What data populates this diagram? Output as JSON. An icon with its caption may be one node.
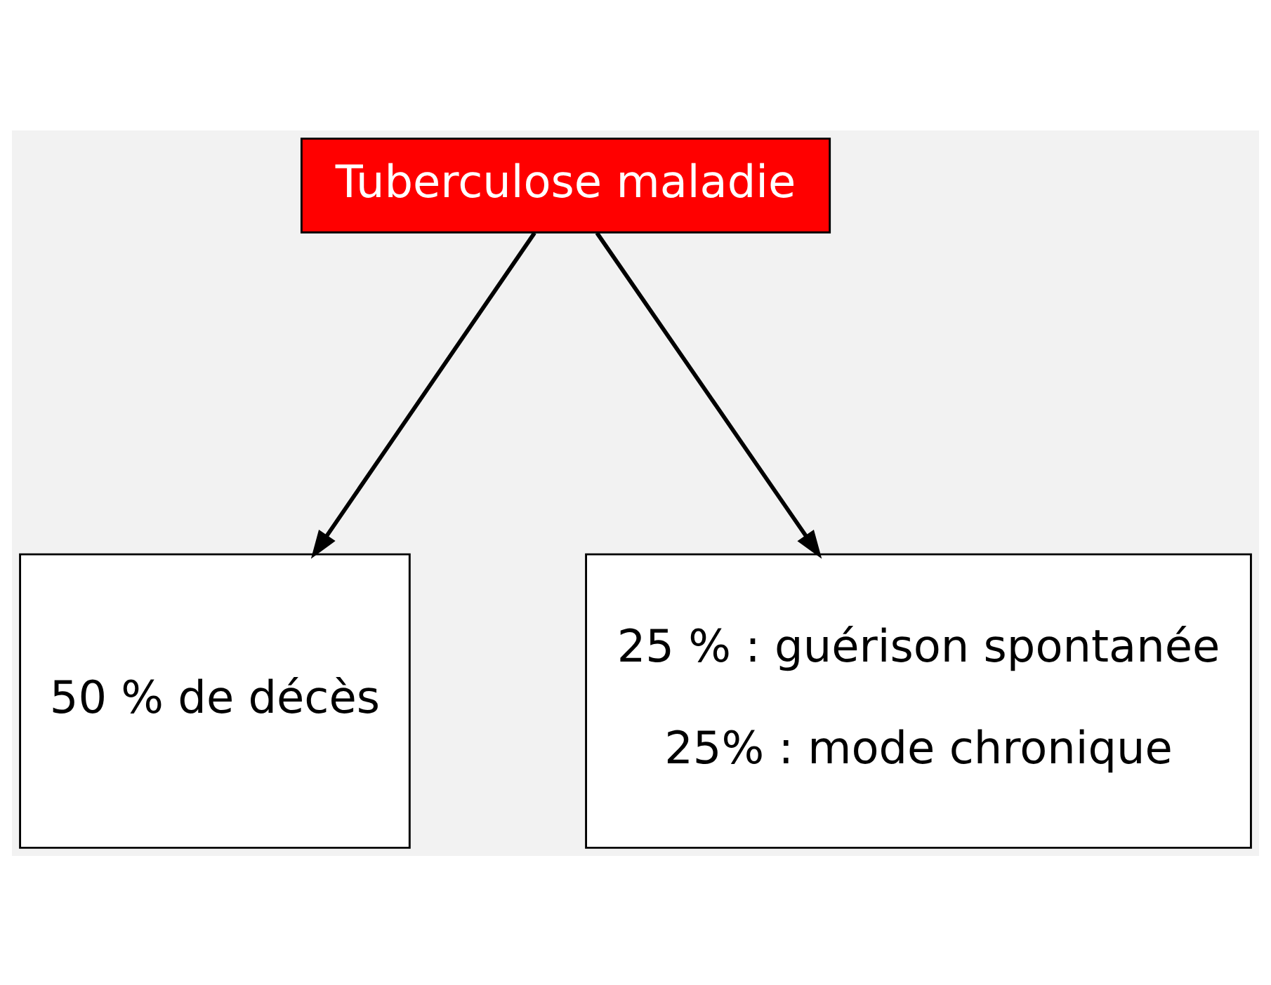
{
  "diagram": {
    "nodes": [
      {
        "text": [
          "Tuberculose maladie"
        ]
      },
      {
        "text": [
          "50 % de décès"
        ]
      },
      {
        "text": [
          "25 % : guérison spontanée",
          "25% : mode chronique"
        ]
      }
    ],
    "edges": [
      {
        "from": 0,
        "to": 1,
        "arrow": "to"
      },
      {
        "from": 0,
        "to": 2,
        "arrow": "to"
      }
    ]
  }
}
